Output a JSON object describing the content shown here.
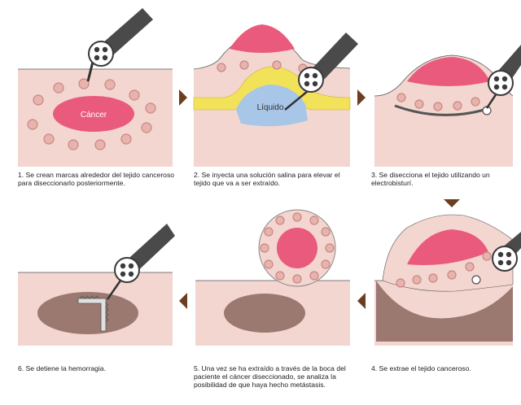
{
  "colors": {
    "tissue": "#f3d6cf",
    "tissue_dark": "#e8c2b8",
    "cancer": "#ea5a7c",
    "marker": "#e7b3ad",
    "marker_stroke": "#c98686",
    "liquid": "#a8c6e8",
    "liquid_border": "#f2e25a",
    "wound": "#9b7870",
    "instrument": "#4a4a4a",
    "arrow": "#6b3e1f"
  },
  "steps": [
    {
      "caption": "1. Se crean marcas alrededor del tejido canceroso para diseccionarlo posteriormente.",
      "label": "Cáncer"
    },
    {
      "caption": "2. Se inyecta una solución salina para elevar el tejido que va a ser extraído.",
      "label": "Líquido"
    },
    {
      "caption": "3. Se disecciona el tejido utilizando un electrobisturí."
    },
    {
      "caption": "4. Se extrae el tejido canceroso."
    },
    {
      "caption": "5. Una vez se ha extraído a través de la boca del paciente el cáncer diseccionado, se analiza la posibilidad de que haya hecho metástasis."
    },
    {
      "caption": "6. Se detiene la hemorragia."
    }
  ]
}
